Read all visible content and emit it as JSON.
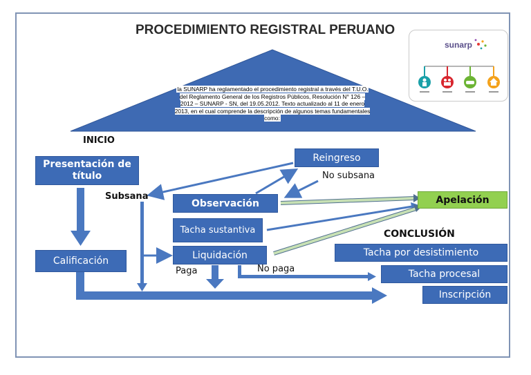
{
  "title": "PROCEDIMIENTO REGISTRAL PERUANO",
  "roof_text": "la SUNARP ha reglamentado el procedimiento registral a través del T.U.O. del Reglamento General de los Registros Públicos, Resolución N° 126 – 2012 – SUNARP - SN, del 19.05.2012. Texto actualizado al 11 de enero 2013, en el cual comprende la descripción de algunos temas fundamentales como:",
  "logo": {
    "name": "sunarp",
    "icons": [
      "person-icon",
      "family-icon",
      "car-icon",
      "house-icon"
    ],
    "colors": [
      "#1aa0a8",
      "#d8262e",
      "#6cb434",
      "#f4a21b"
    ]
  },
  "labels": {
    "inicio": "INICIO",
    "conclusion": "CONCLUSIÓN",
    "subsana": "Subsana",
    "no_subsana": "No subsana",
    "paga": "Paga",
    "no_paga": "No paga"
  },
  "nodes": {
    "presentacion": "Presentación de título",
    "calificacion": "Calificación",
    "reingreso": "Reingreso",
    "observacion": "Observación",
    "tacha_sustantiva": "Tacha sustantiva",
    "liquidacion": "Liquidación",
    "apelacion": "Apelación",
    "tacha_desistimiento": "Tacha por desistimiento",
    "tacha_procesal": "Tacha procesal",
    "inscripcion": "Inscripción"
  },
  "colors": {
    "box_blue": "#3d6bb6",
    "arrow_blue": "#4a78c0",
    "roof_blue": "#3e6ab3",
    "apelacion_green": "#92d050",
    "green_arrow": "#c7e0b4"
  }
}
